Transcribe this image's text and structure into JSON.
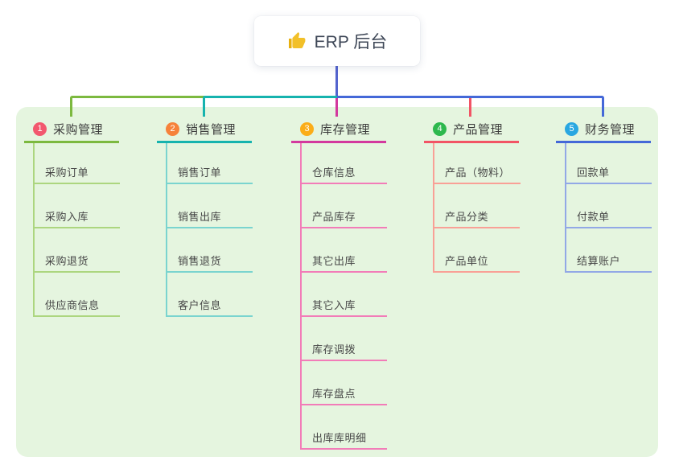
{
  "root": {
    "label": "ERP 后台",
    "icon": "thumbs-up-icon",
    "icon_color": "#F2C029"
  },
  "theme": {
    "canvas_bg": "#FFFFFF",
    "panel_bg": "#E5F5DF",
    "root_connector_color": "#5464CE",
    "root_text_color": "#3D4656",
    "header_text_color": "#3C3C3C",
    "item_text_color": "#474747"
  },
  "branches": [
    {
      "num": "1",
      "label": "采购管理",
      "badge_color": "#F2586E",
      "line_color": "#7CB93F",
      "sub_line_color": "#ACD67F",
      "items": [
        "采购订单",
        "采购入库",
        "采购退货",
        "供应商信息"
      ]
    },
    {
      "num": "2",
      "label": "销售管理",
      "badge_color": "#F6823B",
      "line_color": "#16B3AE",
      "sub_line_color": "#7AD4CF",
      "items": [
        "销售订单",
        "销售出库",
        "销售退货",
        "客户信息"
      ]
    },
    {
      "num": "3",
      "label": "库存管理",
      "badge_color": "#FBAD18",
      "line_color": "#D3399E",
      "sub_line_color": "#F27CB8",
      "items": [
        "仓库信息",
        "产品库存",
        "其它出库",
        "其它入库",
        "库存调拨",
        "库存盘点",
        "出库库明细"
      ]
    },
    {
      "num": "4",
      "label": "产品管理",
      "badge_color": "#2DB84D",
      "line_color": "#F25465",
      "sub_line_color": "#F9A096",
      "items": [
        "产品（物料）",
        "产品分类",
        "产品单位"
      ]
    },
    {
      "num": "5",
      "label": "财务管理",
      "badge_color": "#29A7E1",
      "line_color": "#4468D8",
      "sub_line_color": "#92A8E6",
      "items": [
        "回款单",
        "付款单",
        "结算账户"
      ]
    }
  ]
}
